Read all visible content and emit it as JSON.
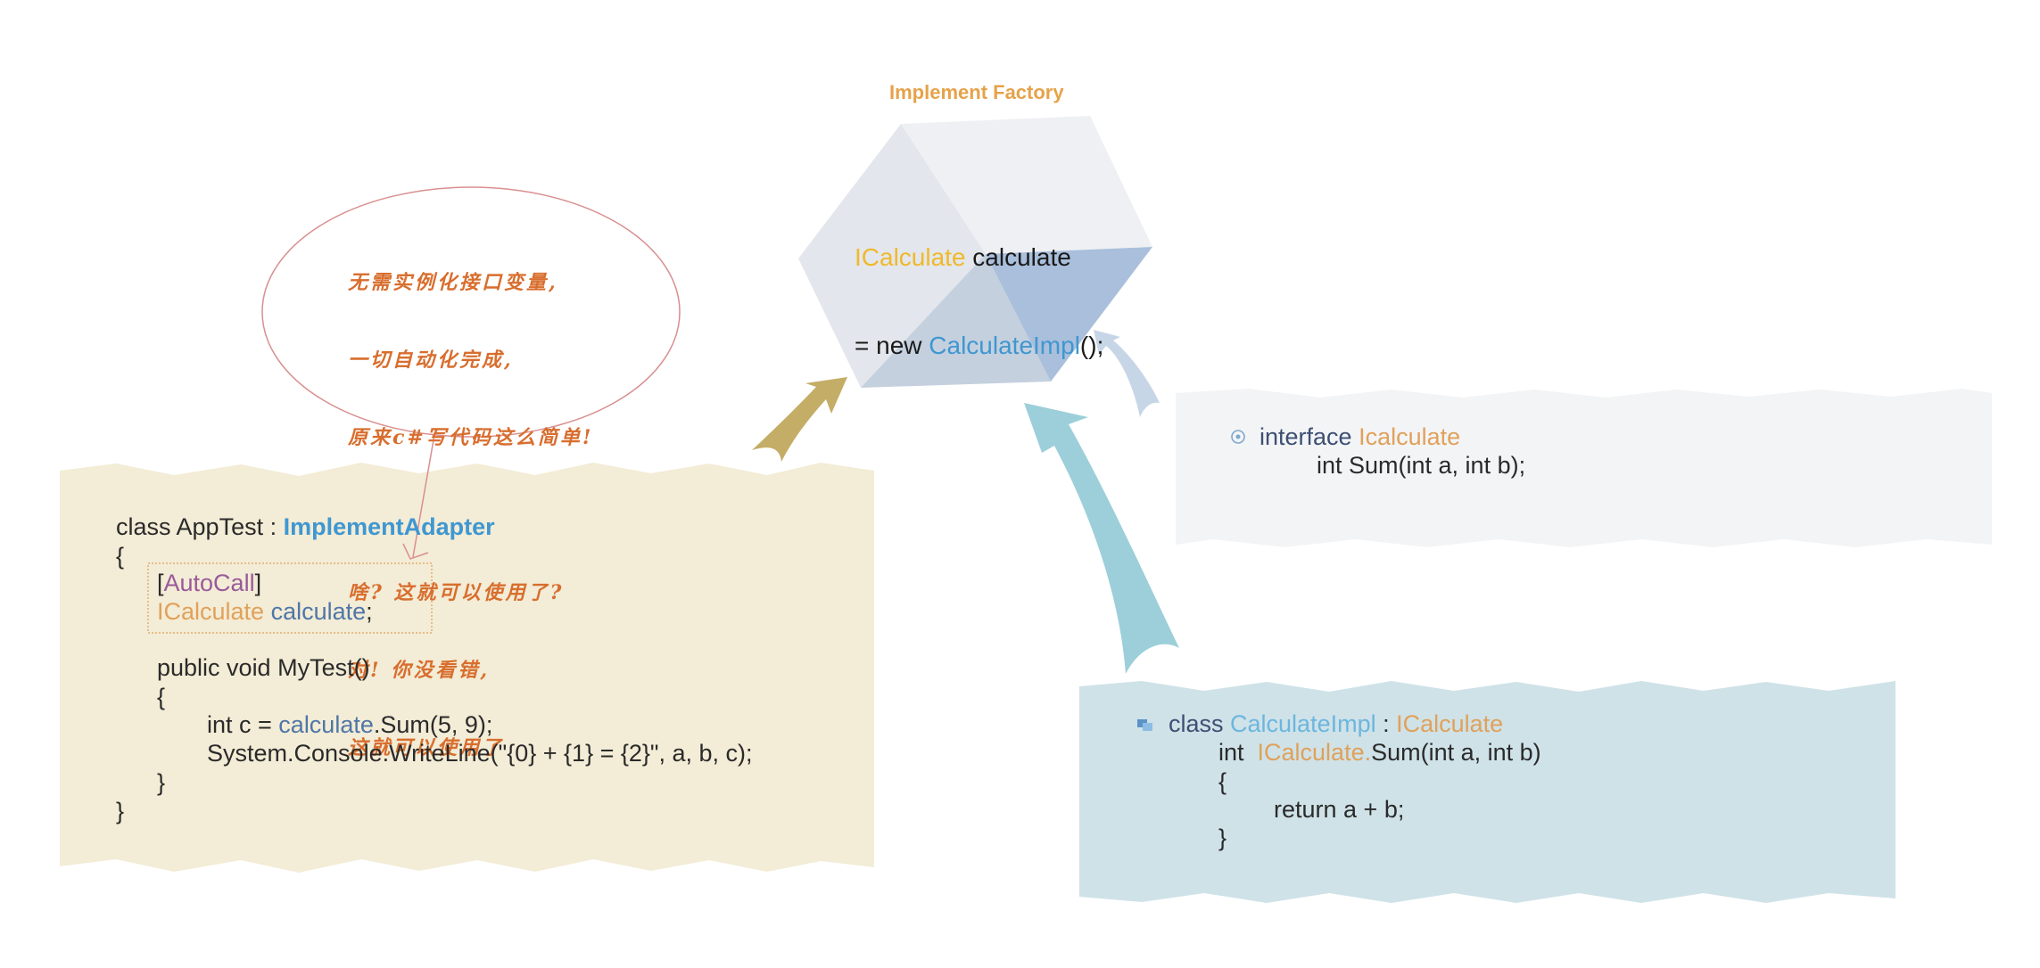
{
  "factory": {
    "title": "Implement Factory",
    "decl_type": "ICalculate",
    "decl_var": " calculate",
    "assign_prefix": "= new ",
    "impl_name": "CalculateImpl",
    "assign_suffix": "();"
  },
  "bubble": {
    "lines": [
      "无需实例化接口变量,",
      "一切自动化完成,",
      "原来c#写代码这么简单!",
      "",
      "啥? 这就可以使用了?",
      "对! 你没看错,",
      "这就可以使用了"
    ]
  },
  "app_test": {
    "class_prefix": "class AppTest : ",
    "base": "ImplementAdapter",
    "open_brace": "{",
    "attr_open": "[",
    "attr_name": "AutoCall",
    "attr_close": "]",
    "field_type": "ICalculate",
    "field_name": " calculate",
    "field_end": ";",
    "method_sig": "public void MyTest()",
    "method_open": "{",
    "stmt1_prefix": "int c = ",
    "stmt1_obj": "calculate",
    "stmt1_suffix": ".Sum(5, 9);",
    "stmt2": "System.Console.WriteLine(\"{0} + {1} = {2}\", a, b, c);",
    "method_close": "}",
    "close_brace": "}"
  },
  "interface_box": {
    "keyword": "interface ",
    "name": "Icalculate",
    "method": "int Sum(int a, int b);"
  },
  "impl_box": {
    "keyword": "class ",
    "name": "CalculateImpl",
    "colon": " : ",
    "base": "ICalculate",
    "m_prefix": "int  ",
    "m_iface": "ICalculate.",
    "m_suffix": "Sum(int a, int b)",
    "open": "{",
    "body": "return a + b;",
    "close": "}"
  },
  "colors": {
    "app_bg": "#f3ecd6",
    "interface_bg": "#f3f4f6",
    "impl_bg": "#cfe2e8",
    "arrow_gold": "#c4ad66",
    "arrow_teal": "#9ccfd9",
    "arrow_pale": "#c7d6e6",
    "bubble_stroke": "#d98f8f"
  },
  "icons": [
    "interface-icon",
    "class-icon"
  ]
}
